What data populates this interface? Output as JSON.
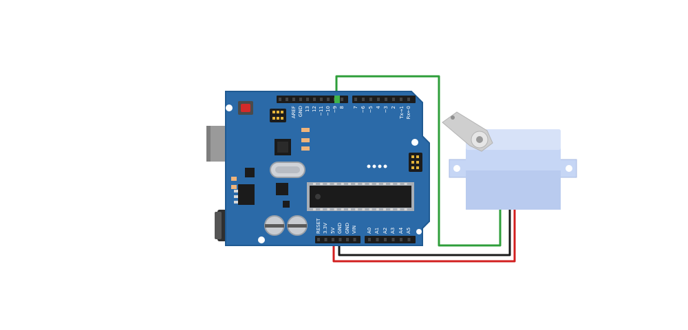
{
  "board": {
    "top_header_labels": [
      "AREF",
      "GND",
      "13",
      "12",
      "~11",
      "~10",
      "~9",
      "8",
      "7",
      "~6",
      "~5",
      "4",
      "~3",
      "2",
      "Tx→1",
      "Rx←0"
    ],
    "bottom_power_labels": [
      "RESET",
      "3.3V",
      "5V",
      "GND",
      "GND",
      "VIN"
    ],
    "bottom_analog_labels": [
      "A0",
      "A1",
      "A2",
      "A3",
      "A4",
      "A5"
    ]
  },
  "colors": {
    "board": "#2b6aa8",
    "board_edge": "#1f5a92",
    "header": "#1c1c1c",
    "signal_wire": "#2e9e3a",
    "ground_wire": "#1a1a1a",
    "power_wire": "#d21f1f",
    "servo_body": "#c6d6f5",
    "servo_horn": "#cfcfcf",
    "usb": "#9a9a9a",
    "reset_button": "#d42a2a"
  },
  "icons": {
    "usb": "usb-port-icon",
    "power_jack": "dc-power-jack-icon",
    "servo": "servo-motor-icon"
  }
}
